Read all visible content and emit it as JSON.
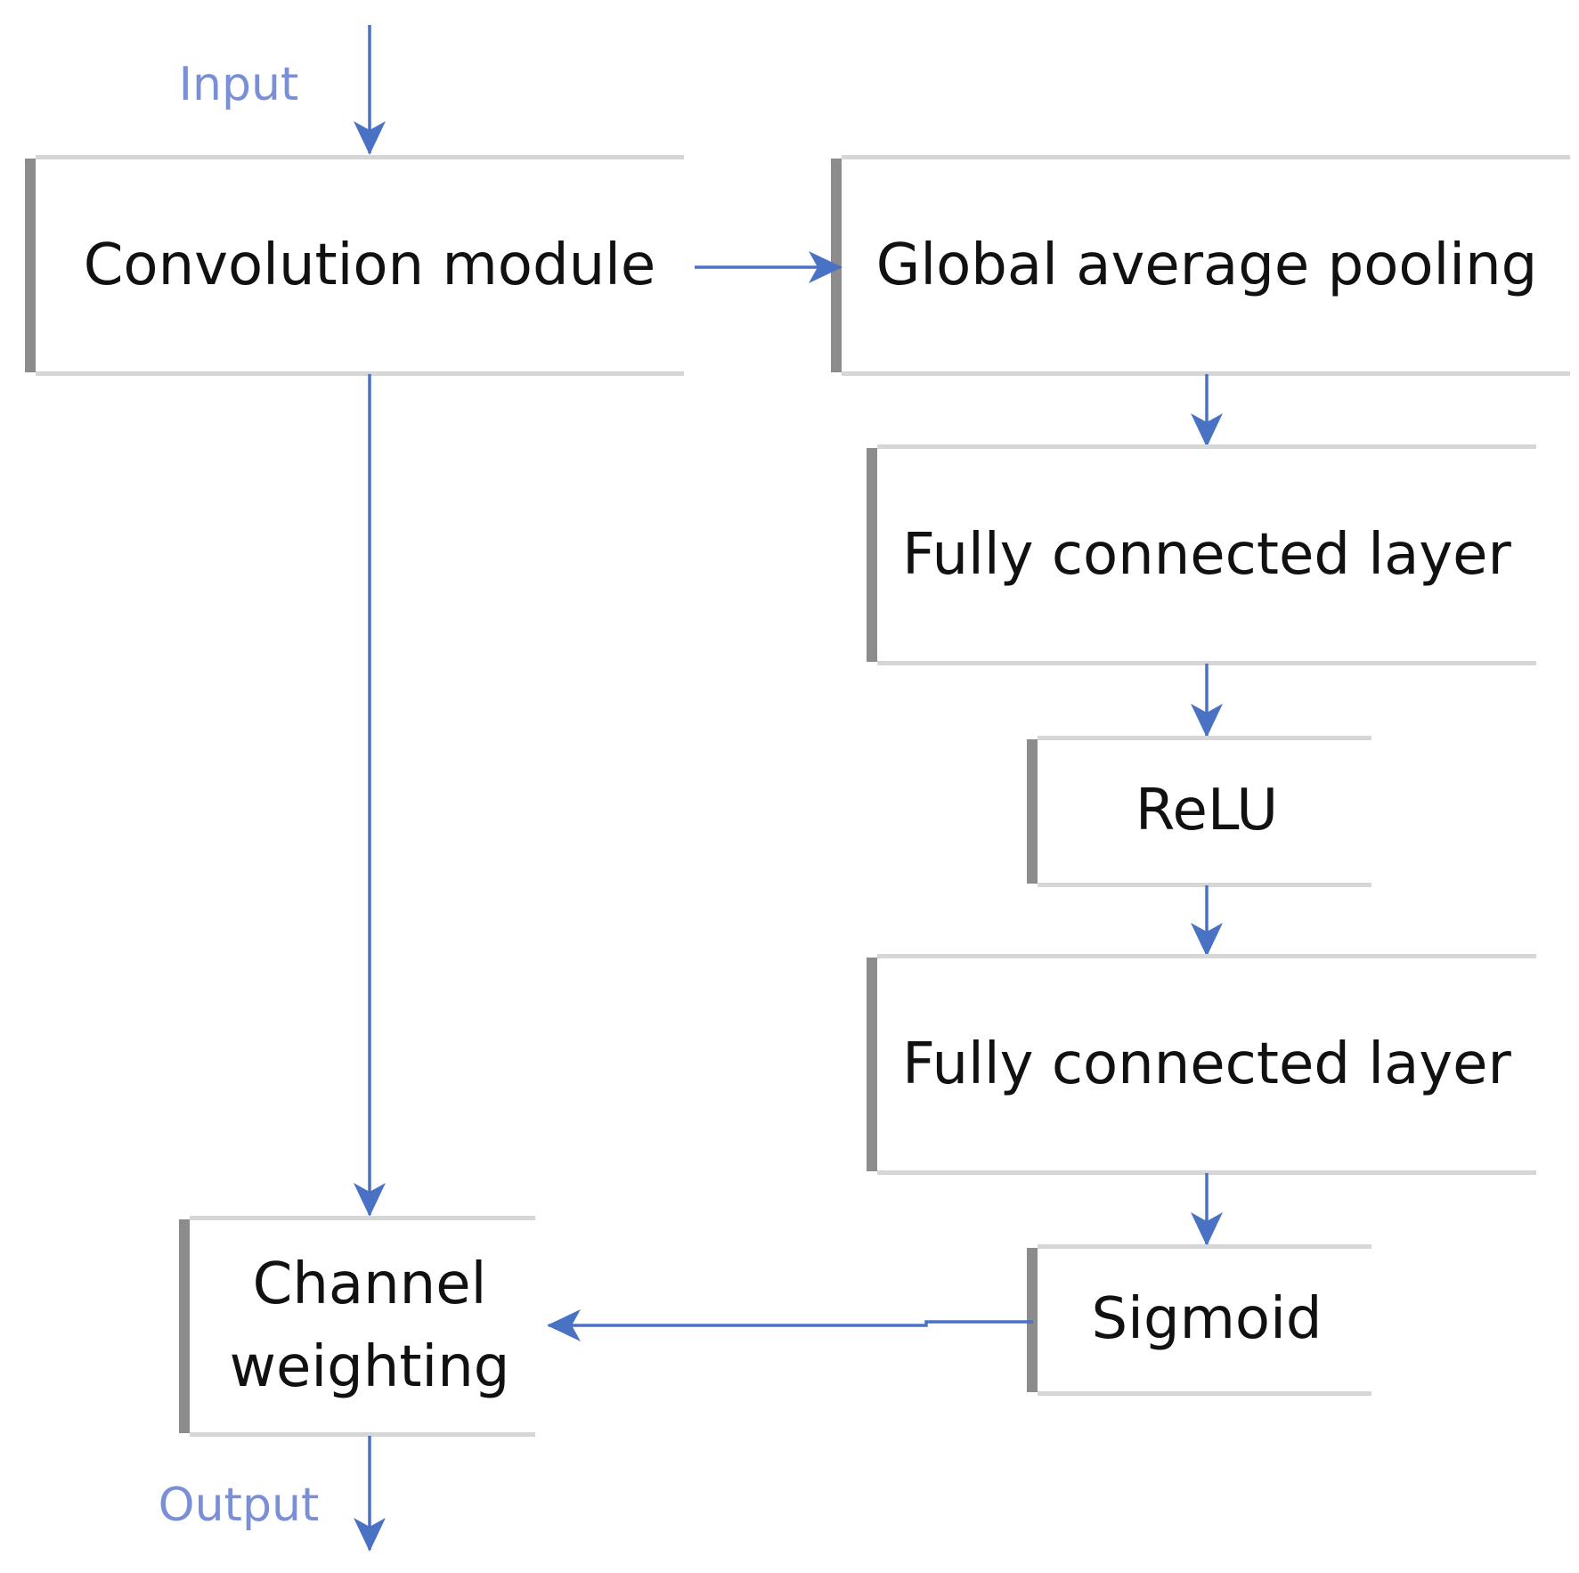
{
  "diagram": {
    "input_label": "Input",
    "output_label": "Output",
    "nodes": {
      "conv": "Convolution module",
      "gap": "Global average pooling",
      "fc1": "Fully connected layer",
      "relu": "ReLU",
      "fc2": "Fully connected layer",
      "sigmoid": "Sigmoid",
      "channel_line1": "Channel",
      "channel_line2": "weighting"
    },
    "colors": {
      "arrow": "#4a72c4",
      "io_text": "#7a8fd6",
      "box_text": "#111111"
    }
  }
}
